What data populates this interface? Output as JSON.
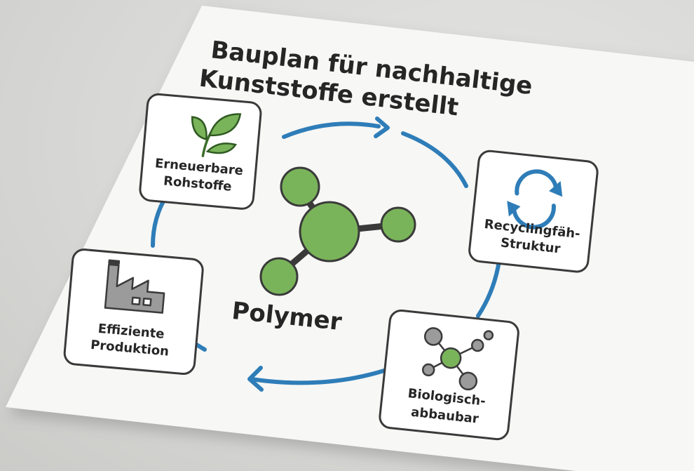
{
  "poster": {
    "title_line1": "Bauplan für nachhaltige",
    "title_line2": "Kunststoffe erstellt"
  },
  "center": {
    "label": "Polymer",
    "icon": "polymer-molecule-icon"
  },
  "nodes": [
    {
      "id": "renewable",
      "line1": "Erneuerbare",
      "line2": "Rohstoffe",
      "icon": "leaf-icon"
    },
    {
      "id": "recycling",
      "line1": "Recyclingfäh-",
      "line2": "Struktur",
      "icon": "recycle-arrows-icon"
    },
    {
      "id": "biodegradable",
      "line1": "Biologisch-",
      "line2": "abbaubar",
      "icon": "molecule-icon"
    },
    {
      "id": "production",
      "line1": "Effiziente",
      "line2": "Produktion",
      "icon": "factory-icon"
    }
  ],
  "colors": {
    "cycle_blue": "#2e7db8",
    "molecule_green": "#7ab45a",
    "molecule_outline": "#3a3a3a",
    "gray_node": "#9b9b9b",
    "paper": "#f7f7f5",
    "text": "#262626"
  }
}
